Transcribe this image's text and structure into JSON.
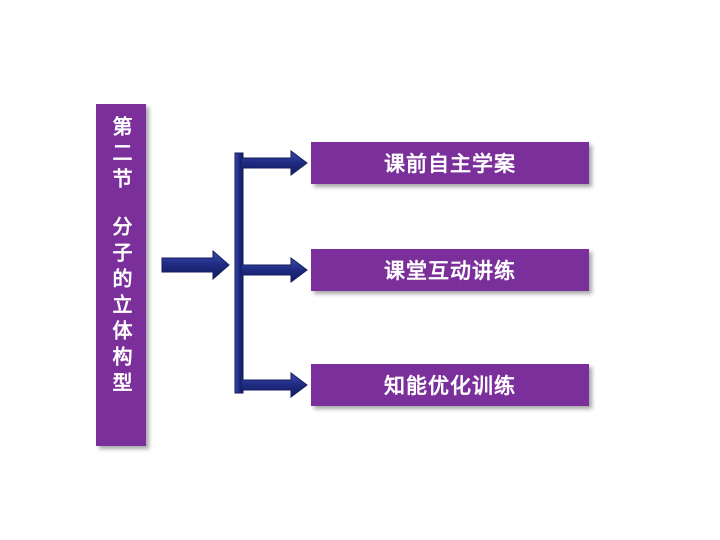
{
  "diagram": {
    "title_parts": [
      "第二节",
      "分子的立体构型"
    ],
    "items": [
      {
        "label": "课前自主学案"
      },
      {
        "label": "课堂互动讲练"
      },
      {
        "label": "知能优化训练"
      }
    ]
  },
  "colors": {
    "box_fill": "#7b2f9a",
    "box_text": "#ffffff",
    "arrow": "#1f2a80",
    "arrow_highlight": "#3b4cb0"
  }
}
